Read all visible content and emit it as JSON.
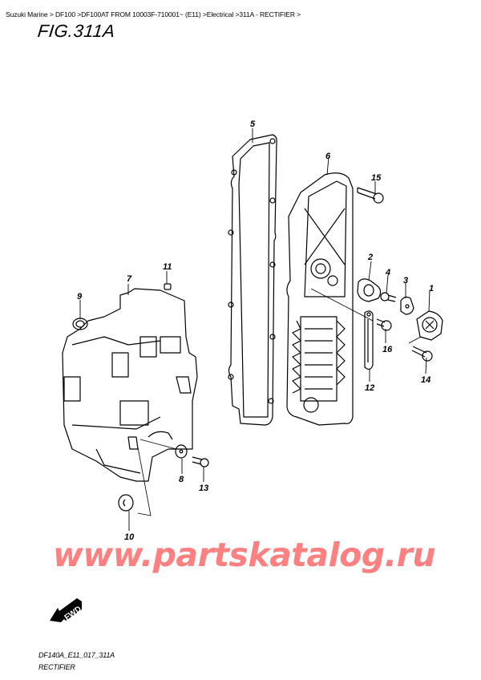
{
  "breadcrumb": {
    "text": "Suzuki Marine > DF100 >DF100AT FROM 10003F-710001~ (E11) >Electrical >311A - RECTIFIER >",
    "items": [
      "Suzuki Marine",
      "DF100",
      "DF100AT FROM 10003F-710001~ (E11)",
      "Electrical",
      "311A - RECTIFIER"
    ]
  },
  "figure": {
    "title": "FIG.311A",
    "code": "DF140A_E11_017_311A",
    "name": "RECTIFIER",
    "fwd_label": "FWD"
  },
  "watermark": {
    "text": "www.partskatalog.ru",
    "color": "#ff8080"
  },
  "callouts": [
    {
      "num": "1",
      "part": "rectifier-cap"
    },
    {
      "num": "2",
      "part": "gasket"
    },
    {
      "num": "3",
      "part": "cap"
    },
    {
      "num": "4",
      "part": "bolt"
    },
    {
      "num": "5",
      "part": "gasket-large"
    },
    {
      "num": "6",
      "part": "rectifier-case"
    },
    {
      "num": "7",
      "part": "junction-box"
    },
    {
      "num": "8",
      "part": "washer"
    },
    {
      "num": "9",
      "part": "grommet"
    },
    {
      "num": "10",
      "part": "grommet"
    },
    {
      "num": "11",
      "part": "cap-small"
    },
    {
      "num": "12",
      "part": "bracket"
    },
    {
      "num": "13",
      "part": "bolt"
    },
    {
      "num": "14",
      "part": "bolt"
    },
    {
      "num": "15",
      "part": "bolt"
    },
    {
      "num": "16",
      "part": "bolt"
    }
  ]
}
